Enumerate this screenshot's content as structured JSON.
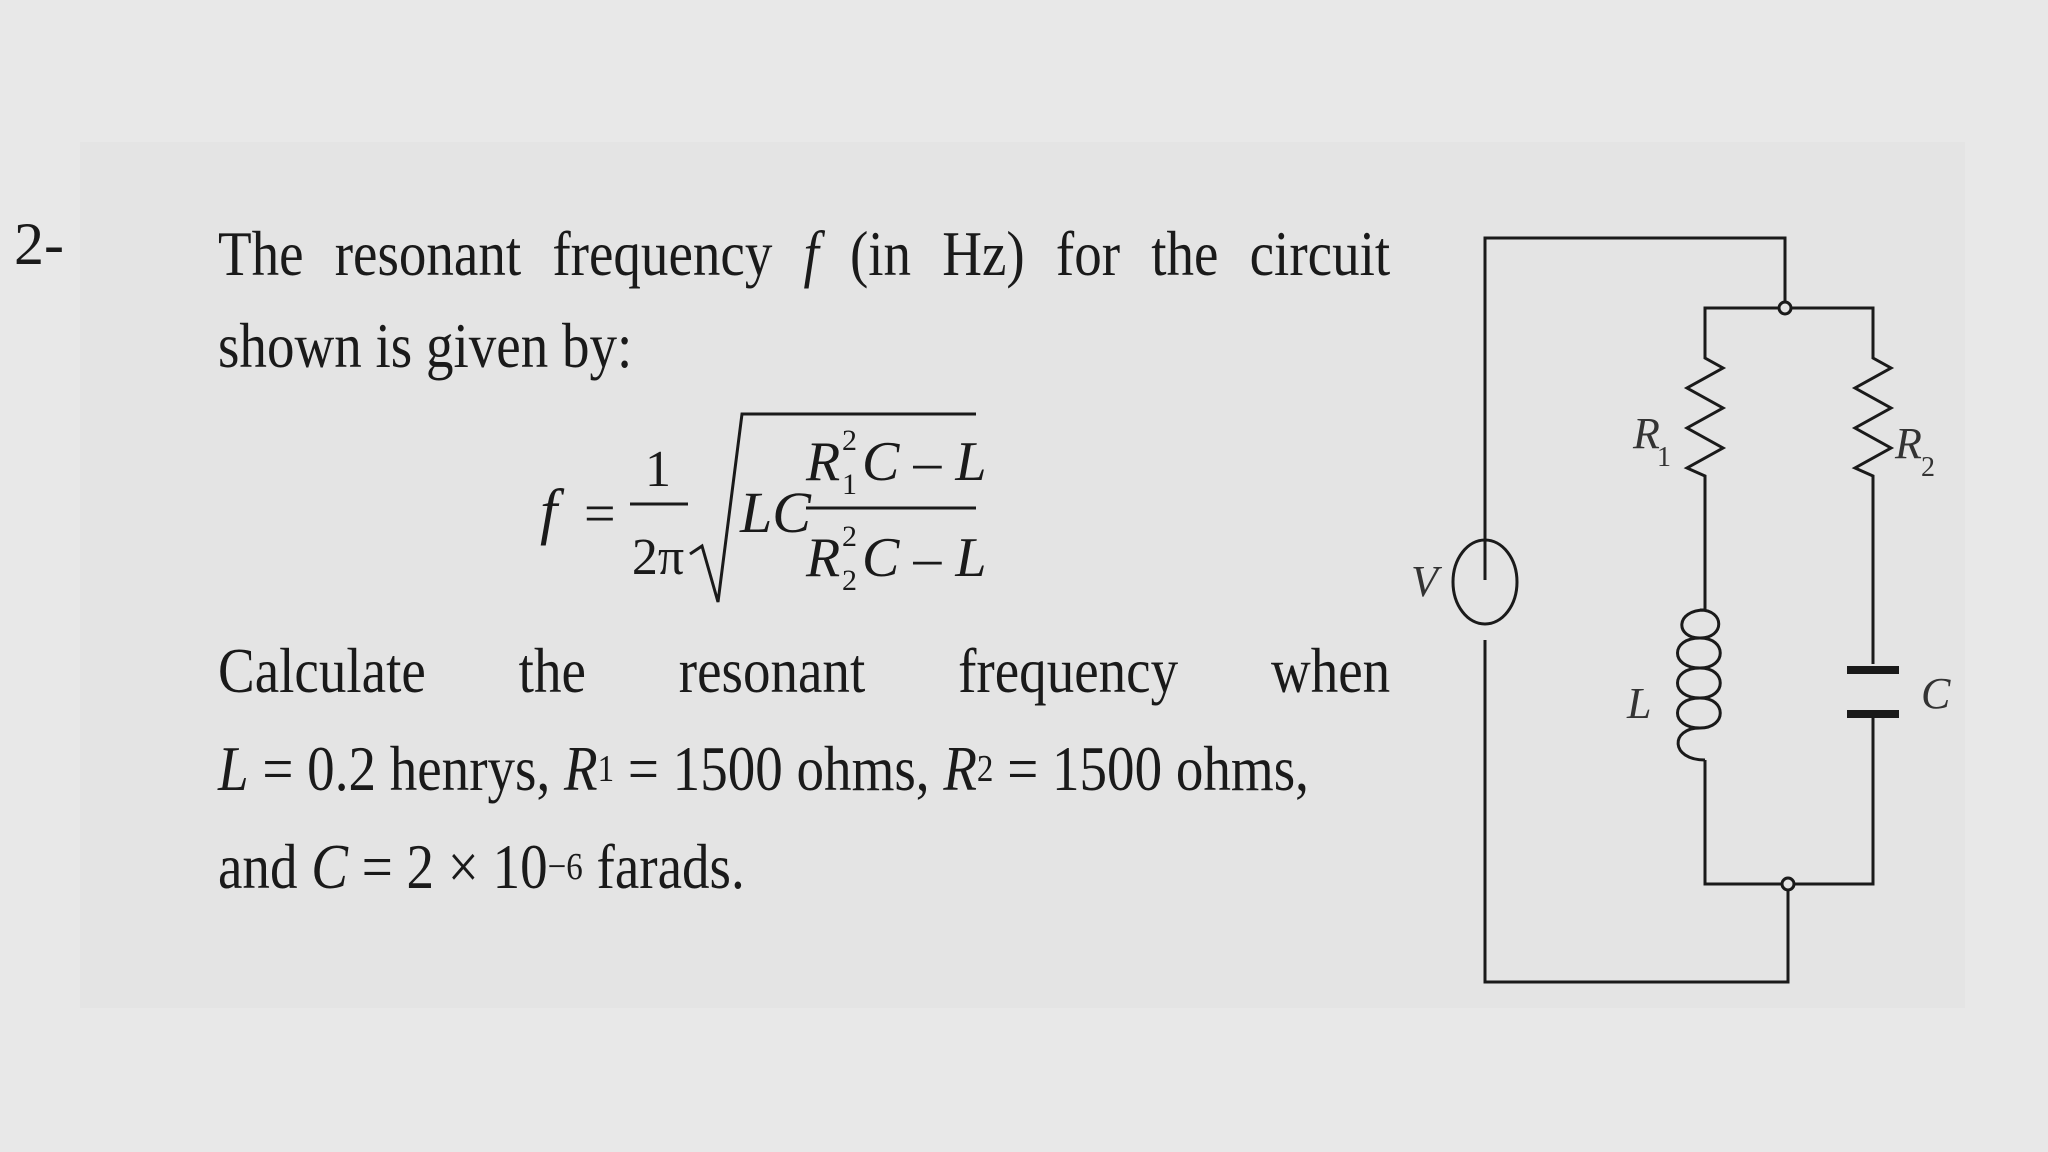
{
  "question_number": "2-",
  "intro": {
    "part1": "The resonant frequency ",
    "var_f": "f",
    "part2": " (in Hz) for the circuit shown is given by:"
  },
  "formula": {
    "lhs": "f",
    "equals": "=",
    "numerator": "1",
    "denominator": "2π",
    "lc": "LC",
    "num_R": "R",
    "num_sup": "2",
    "num_sub": "1",
    "num_rest": "C – L",
    "den_R": "R",
    "den_sup": "2",
    "den_sub": "2",
    "den_rest": "C – L"
  },
  "calc": {
    "line1_words": [
      "Calculate",
      "the",
      "resonant",
      "frequency",
      "when"
    ],
    "L_sym": "L",
    "L_val": " = 0.2 henrys, ",
    "R1_sym": "R",
    "R1_sub": "1",
    "R1_val": " = 1500 ohms, ",
    "R2_sym": "R",
    "R2_sub": "2",
    "R2_val": " = 1500 ohms,",
    "and": "and ",
    "C_sym": "C",
    "C_val": " = 2 × 10",
    "C_exp": "−6",
    "C_unit": " farads."
  },
  "circuit": {
    "labels": {
      "V": "V",
      "R1": "R",
      "R1_sub": "1",
      "R2": "R",
      "R2_sub": "2",
      "L": "L",
      "C": "C"
    }
  }
}
